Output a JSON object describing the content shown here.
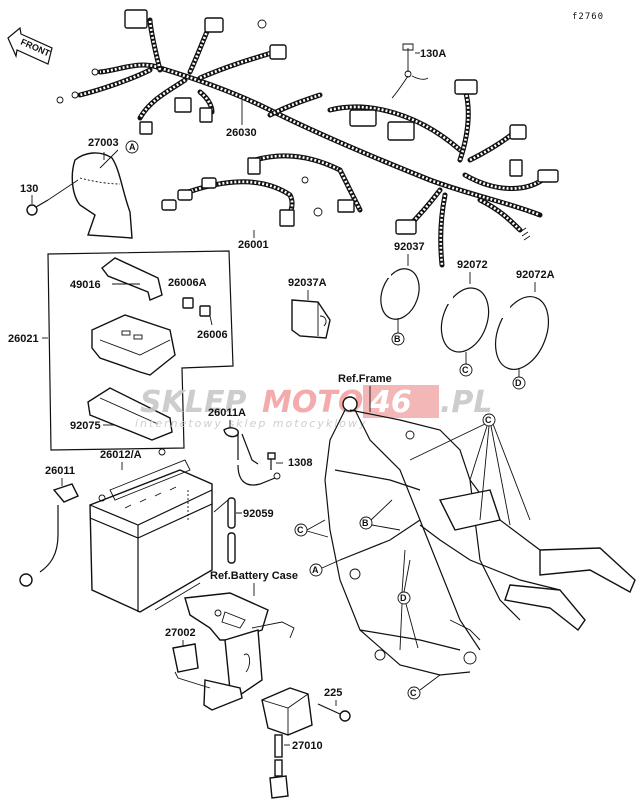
{
  "diagram": {
    "figure_code": "f2760",
    "front_marker": "FRONT",
    "parts": {
      "p130A": "130A",
      "p26030": "26030",
      "p27003": "27003",
      "p130": "130",
      "p26001": "26001",
      "p92037": "92037",
      "p92072": "92072",
      "p92072A": "92072A",
      "p92037A": "92037A",
      "p49016": "49016",
      "p26006A": "26006A",
      "p26006": "26006",
      "p26021": "26021",
      "p92075": "92075",
      "p26011A": "26011A",
      "p1308": "1308",
      "p26011": "26011",
      "p26012A": "26012/A",
      "p92059": "92059",
      "p27002": "27002",
      "p225": "225",
      "p27010": "27010"
    },
    "references": {
      "frame": "Ref.Frame",
      "battery_case": "Ref.Battery Case"
    },
    "callouts": {
      "A": "A",
      "B": "B",
      "C": "C",
      "D": "D"
    },
    "watermark": {
      "left": "SKLEP",
      "mid": "MOTO",
      "num": "46",
      "tld": ".PL",
      "tagline": "internetowy sklep motocyklowy",
      "colors": {
        "gray": "#c8c8c8",
        "red": "#f2a3a3",
        "red_box": "#f3b0b0"
      }
    }
  }
}
